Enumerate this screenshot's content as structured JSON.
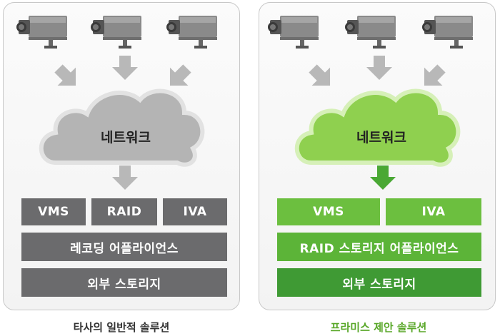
{
  "left": {
    "cloud_label": "네트워크",
    "blocks_row": [
      "VMS",
      "RAID",
      "IVA"
    ],
    "block_appliance": "레코딩 어플라이언스",
    "block_storage": "외부 스토리지",
    "caption": "타사의 일반적 솔루션",
    "colors": {
      "block": "#6b6b6d",
      "cloud": "#b4b4b4",
      "arrow": "#b8b8b8",
      "caption": "#333333"
    }
  },
  "right": {
    "cloud_label": "네트워크",
    "blocks_row": [
      "VMS",
      "IVA"
    ],
    "block_appliance": "RAID 스토리지 어플라이언스",
    "block_storage": "외부 스토리지",
    "caption": "프라미스 제안 솔루션",
    "colors": {
      "block": "#6cbf3f",
      "block_dark": "#3f9a34",
      "cloud": "#8fd04f",
      "arrow": "#4aa834",
      "caption": "#5aa82a"
    }
  }
}
